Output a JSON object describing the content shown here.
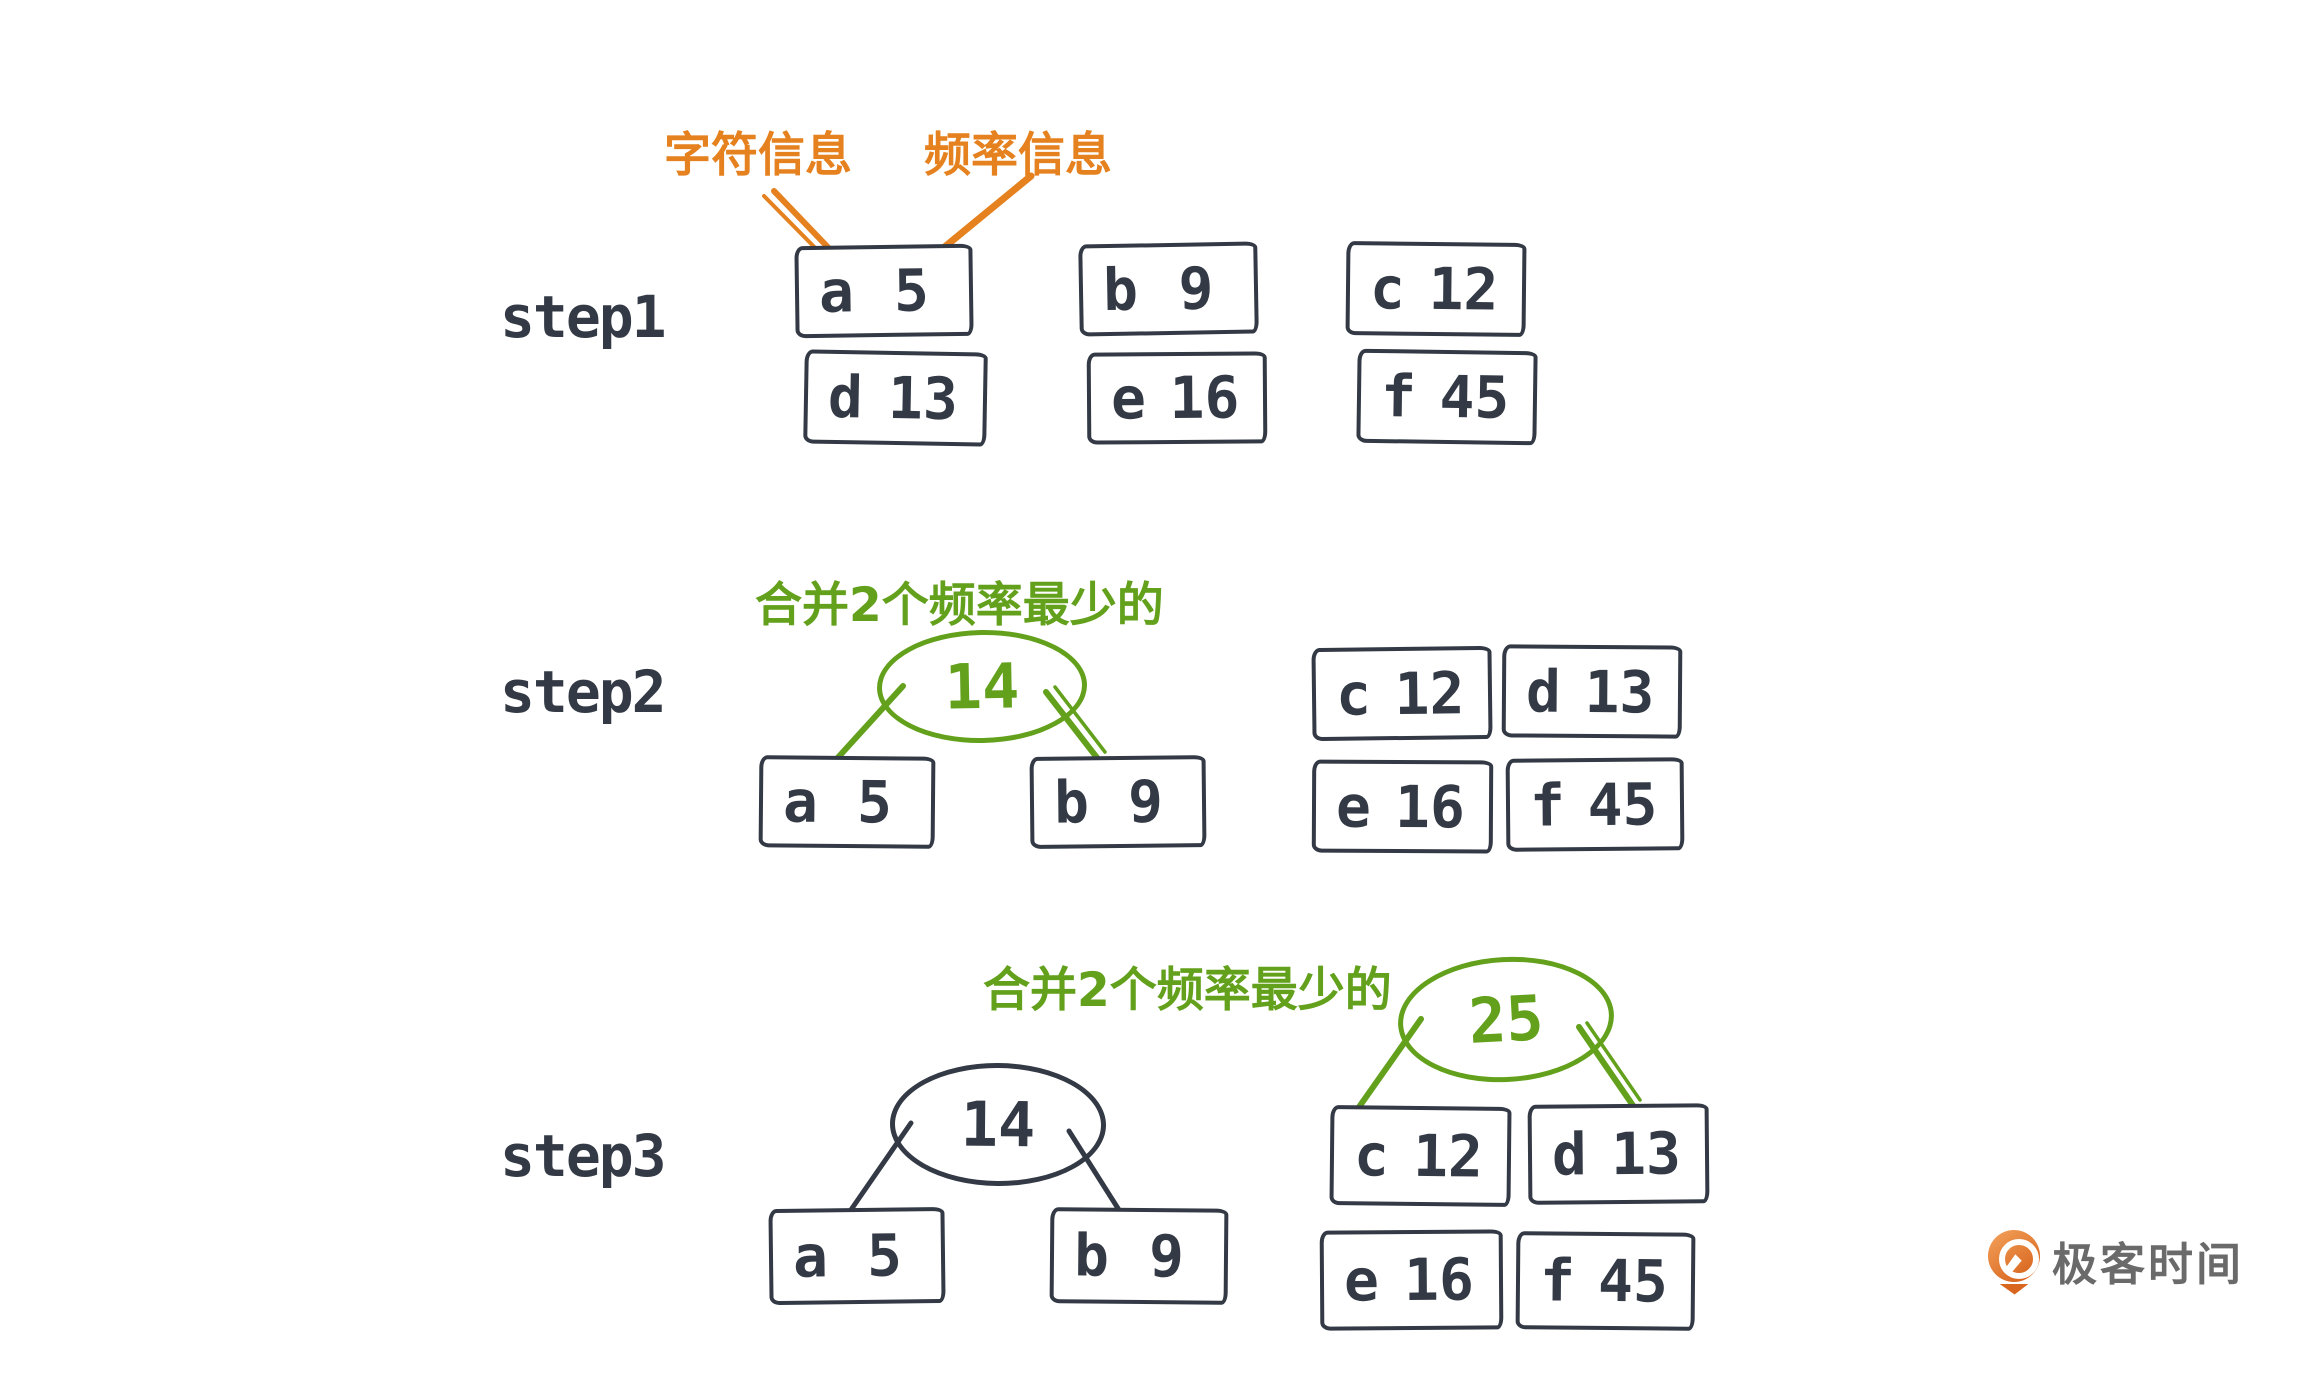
{
  "colors": {
    "ink": "#333a45",
    "orange": "#e5811e",
    "green": "#63a11c",
    "logo-orange-1": "#f09c55",
    "logo-orange-2": "#d9661f",
    "logo-text": "#6a6a6a",
    "background": "#ffffff"
  },
  "annotations": {
    "char_info": "字符信息",
    "freq_info": "频率信息"
  },
  "steps": {
    "step1": {
      "label": "step1",
      "boxes": [
        {
          "ch": "a",
          "freq": "5"
        },
        {
          "ch": "b",
          "freq": "9"
        },
        {
          "ch": "c",
          "freq": "12"
        },
        {
          "ch": "d",
          "freq": "13"
        },
        {
          "ch": "e",
          "freq": "16"
        },
        {
          "ch": "f",
          "freq": "45"
        }
      ]
    },
    "step2": {
      "label": "step2",
      "note": "合并2个频率最少的",
      "merge": {
        "value": "14",
        "left": {
          "ch": "a",
          "freq": "5"
        },
        "right": {
          "ch": "b",
          "freq": "9"
        }
      },
      "pool": [
        {
          "ch": "c",
          "freq": "12"
        },
        {
          "ch": "d",
          "freq": "13"
        },
        {
          "ch": "e",
          "freq": "16"
        },
        {
          "ch": "f",
          "freq": "45"
        }
      ]
    },
    "step3": {
      "label": "step3",
      "note": "合并2个频率最少的",
      "tree14": {
        "value": "14",
        "left": {
          "ch": "a",
          "freq": "5"
        },
        "right": {
          "ch": "b",
          "freq": "9"
        }
      },
      "merge25": {
        "value": "25",
        "left": {
          "ch": "c",
          "freq": "12"
        },
        "right": {
          "ch": "d",
          "freq": "13"
        }
      },
      "pool": [
        {
          "ch": "e",
          "freq": "16"
        },
        {
          "ch": "f",
          "freq": "45"
        }
      ]
    }
  },
  "logo": {
    "text": "极客时间"
  }
}
